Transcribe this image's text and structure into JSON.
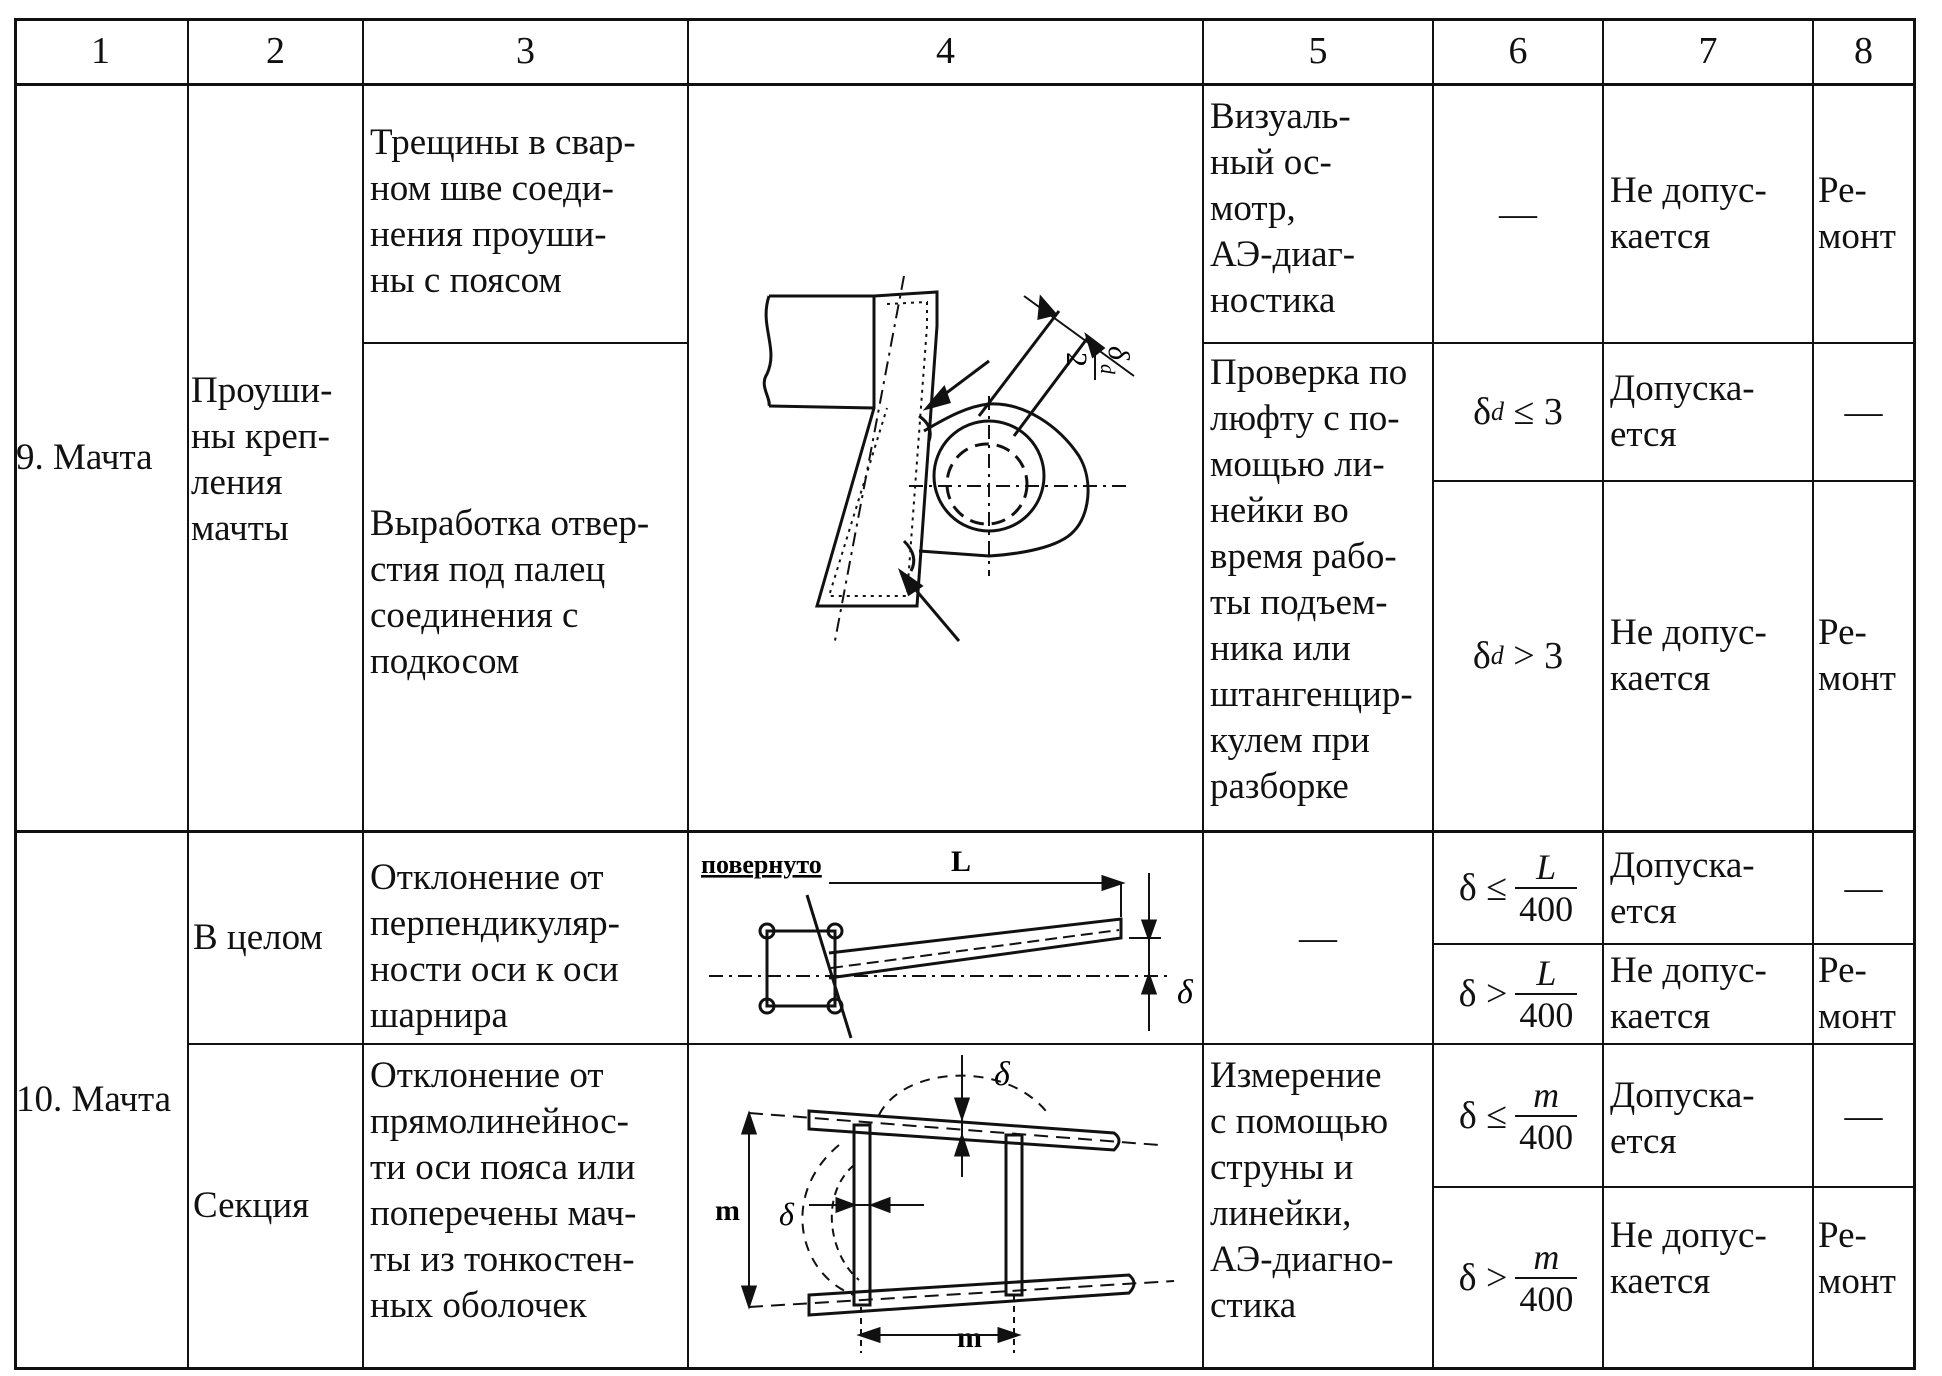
{
  "header": [
    "1",
    "2",
    "3",
    "4",
    "5",
    "6",
    "7",
    "8"
  ],
  "row9": {
    "assembly": "9. Мачта",
    "element": "Проуши-\nны креп-\nления\nмачты",
    "defect_a": "Трещины в свар-\nном шве соеди-\nнения проуши-\nны с поясом",
    "method_a": "Визуаль-\nный ос-\nмотр,\nАЭ-диаг-\nностика",
    "value_a": "—",
    "decision_a": "Не допус-\nкается",
    "action_a": "Ре-\nмонт",
    "defect_b": "Выработка отвер-\nстия под палец\nсоединения с\nподкосом",
    "method_b": "Проверка по\nлюфту с по-\nмощью ли-\nнейки во\nвремя рабо-\nты подъем-\nника или\nштангенцир-\nкулем при\nразборке",
    "value_b1": {
      "sym": "δ",
      "sub": "d",
      "op": "≤",
      "num": "3"
    },
    "decision_b1": "Допуска-\nется",
    "action_b1": "—",
    "value_b2": {
      "sym": "δ",
      "sub": "d",
      "op": ">",
      "num": "3"
    },
    "decision_b2": "Не допус-\nкается",
    "action_b2": "Ре-\nмонт",
    "fig_label_num": "δ",
    "fig_label_sub": "d",
    "fig_label_den": "2"
  },
  "row10": {
    "assembly": "10. Мачта",
    "element_a": "В целом",
    "defect_a": "Отклонение от\nперпендикуляр-\nности оси к оси\nшарнира",
    "method_a": "—",
    "value_a1": {
      "left": "δ ≤",
      "num": "L",
      "den": "400"
    },
    "decision_a1": "Допуска-\nется",
    "action_a1": "—",
    "value_a2": {
      "left": "δ >",
      "num": "L",
      "den": "400"
    },
    "decision_a2": "Не допус-\nкается",
    "action_a2": "Ре-\nмонт",
    "fig_a_rotated": "повернуто",
    "fig_a_L": "L",
    "fig_a_delta": "δ",
    "element_b": "Секция",
    "defect_b": "Отклонение от\nпрямолинейнос-\nти оси пояса или\nпоперечены мач-\nты из тонкостен-\nных оболочек",
    "method_b": "Измерение\nс помощью\nструны и\nлинейки,\nАЭ-диагно-\nстика",
    "value_b1": {
      "left": "δ ≤",
      "num": "m",
      "den": "400"
    },
    "decision_b1": "Допуска-\nется",
    "action_b1": "—",
    "value_b2": {
      "left": "δ >",
      "num": "m",
      "den": "400"
    },
    "decision_b2": "Не допус-\nкается",
    "action_b2": "Ре-\nмонт",
    "fig_b_m_left": "m",
    "fig_b_delta_left": "δ",
    "fig_b_delta_top": "δ",
    "fig_b_m_bottom": "m"
  }
}
